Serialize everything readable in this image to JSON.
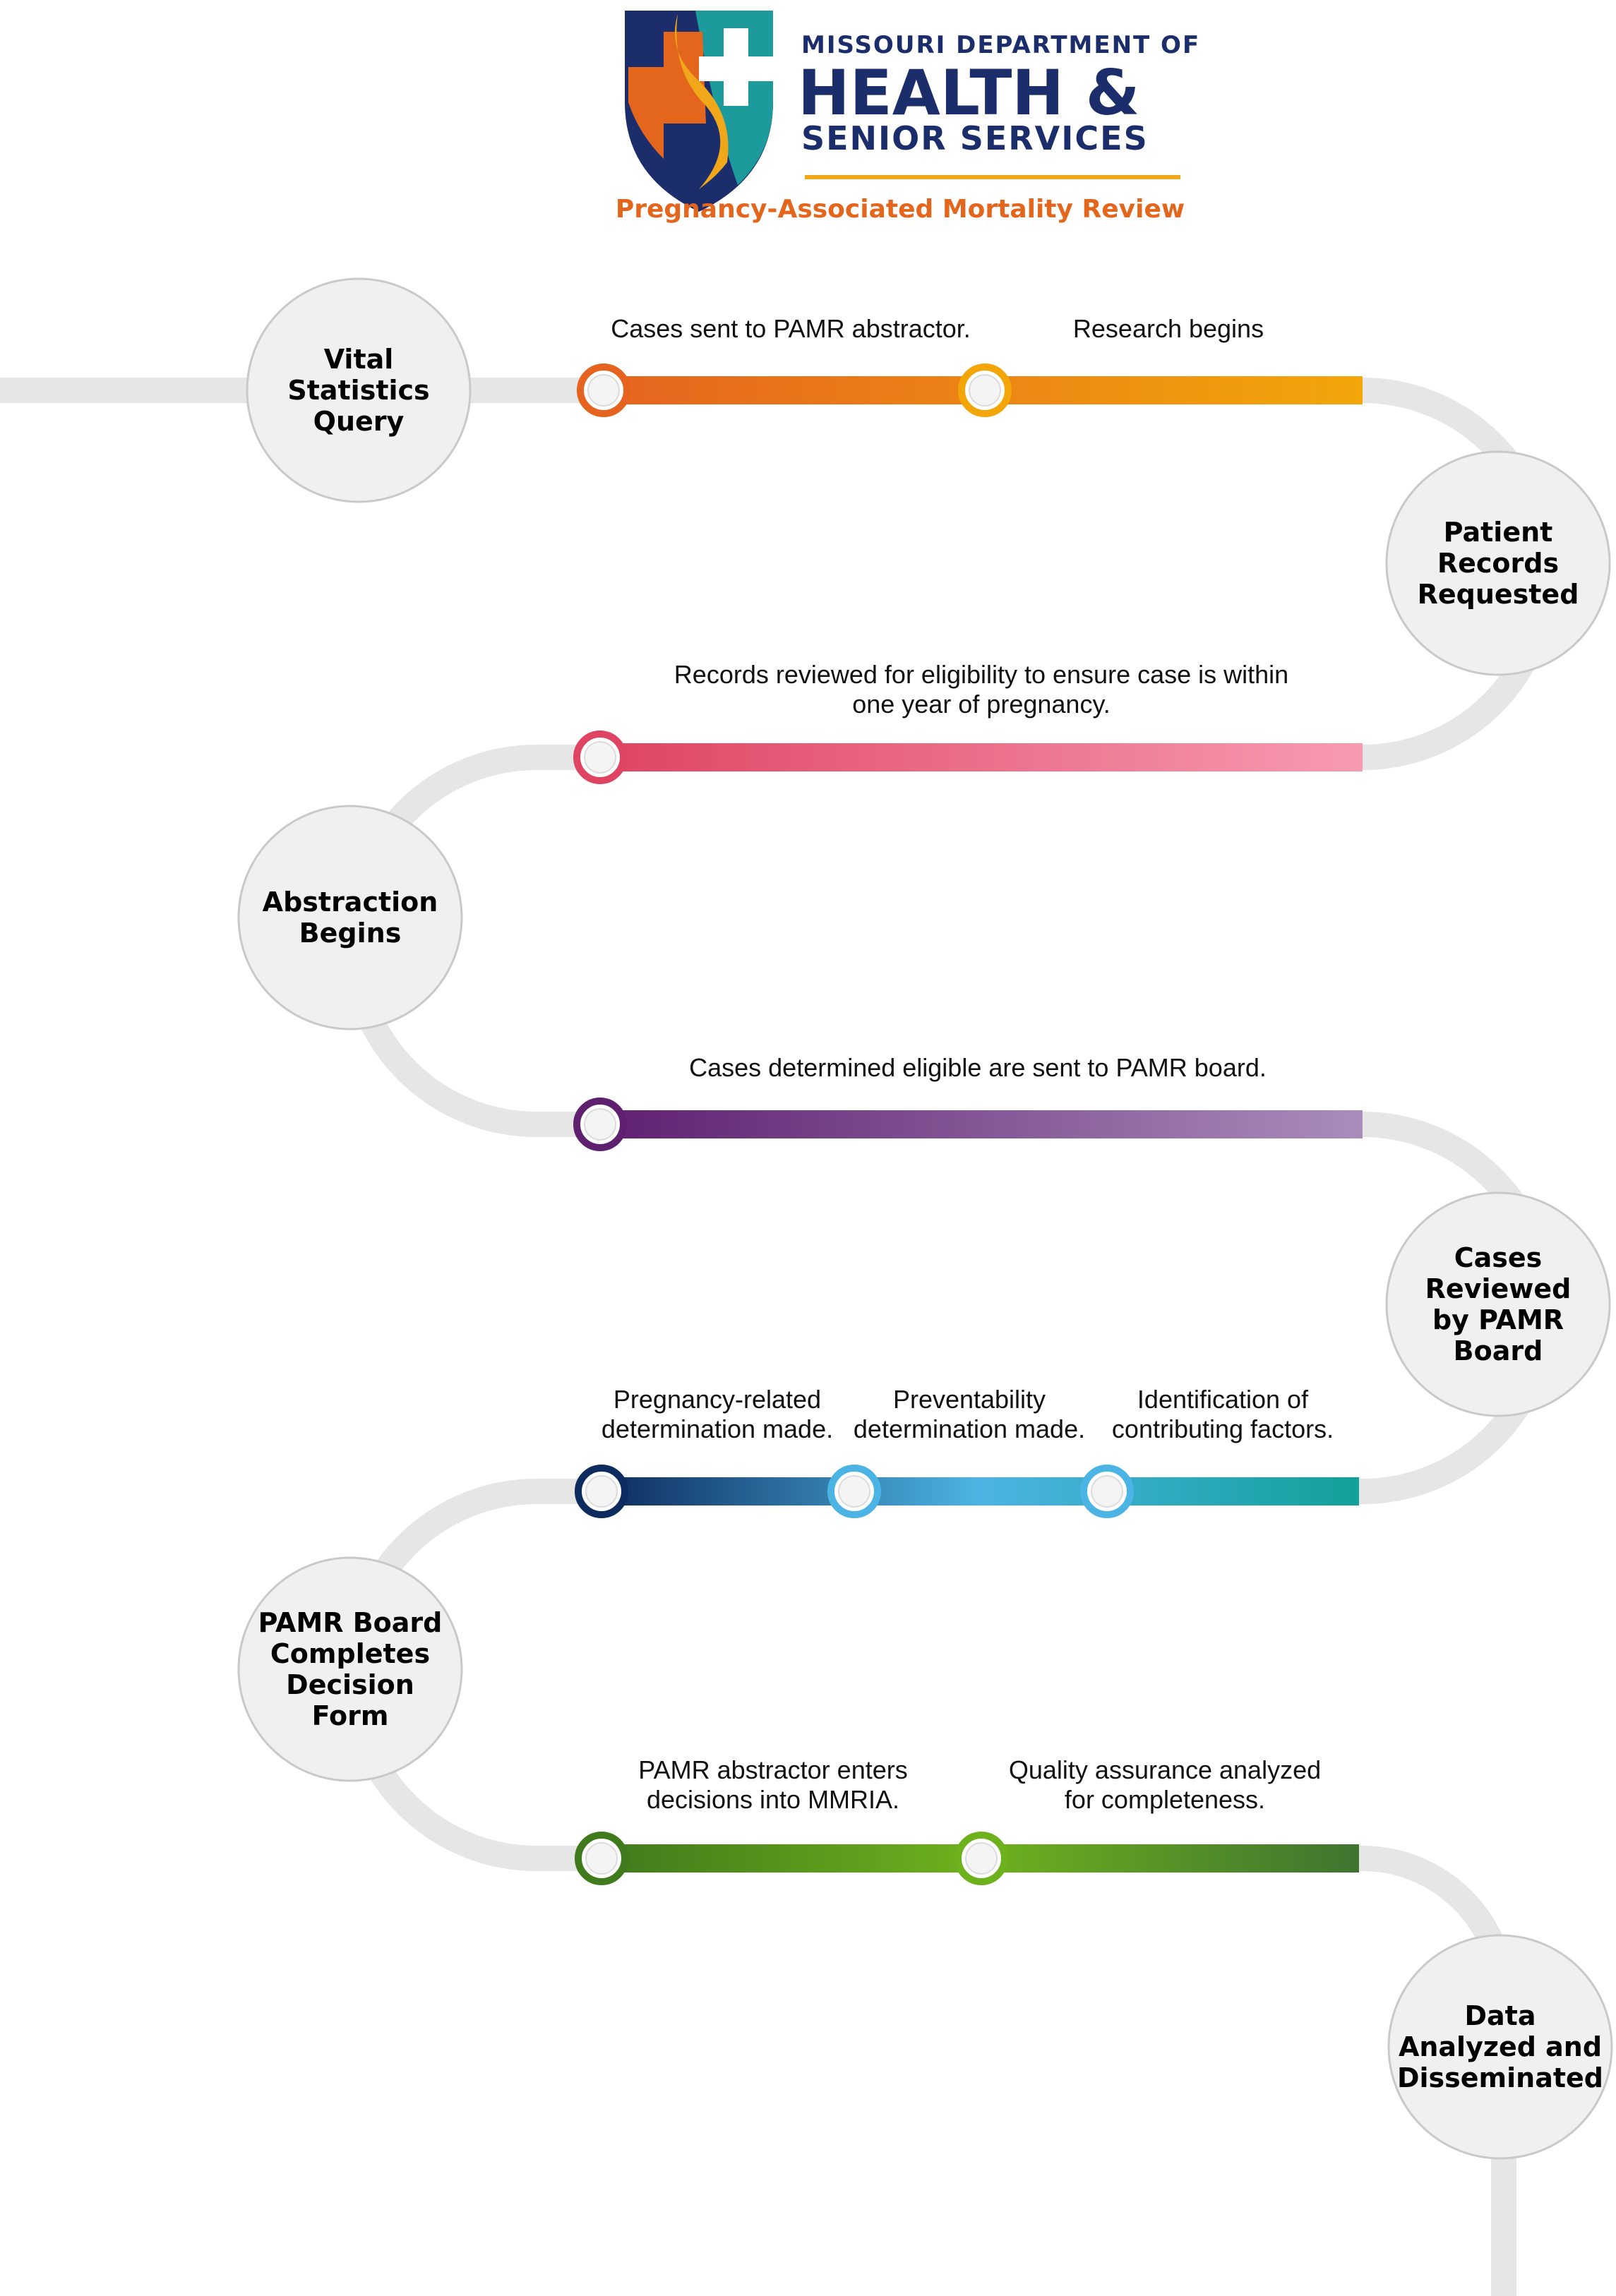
{
  "header": {
    "org_line1": "MISSOURI DEPARTMENT OF",
    "org_line2": "HEALTH &",
    "org_line3": "SENIOR SERVICES",
    "subtitle": "Pregnancy-Associated Mortality Review",
    "logo_icon": "shield-cross-logo"
  },
  "steps": [
    {
      "lines": [
        "Vital",
        "Statistics",
        "Query"
      ]
    },
    {
      "lines": [
        "Patient",
        "Records",
        "Requested"
      ]
    },
    {
      "lines": [
        "Abstraction",
        "Begins"
      ]
    },
    {
      "lines": [
        "Cases",
        "Reviewed",
        "by PAMR",
        "Board"
      ]
    },
    {
      "lines": [
        "PAMR Board",
        "Completes",
        "Decision",
        "Form"
      ]
    },
    {
      "lines": [
        "Data",
        "Analyzed and",
        "Disseminated"
      ]
    }
  ],
  "segments": [
    {
      "colors": [
        "#e5631f",
        "#f2a60a"
      ],
      "milestones": [
        {
          "lines": [
            "Cases sent to PAMR abstractor."
          ]
        },
        {
          "lines": [
            "Research begins"
          ]
        }
      ]
    },
    {
      "colors": [
        "#df4463",
        "#f79bb1"
      ],
      "milestones": [
        {
          "lines": [
            "Records reviewed for eligibility to ensure case is within",
            "one year of pregnancy."
          ]
        }
      ]
    },
    {
      "colors": [
        "#5f2070",
        "#a98dbb"
      ],
      "milestones": [
        {
          "lines": [
            "Cases determined eligible are sent to PAMR board."
          ]
        }
      ]
    },
    {
      "colors": [
        "#0d2b5e",
        "#4cb4e4",
        "#12a09a"
      ],
      "milestones": [
        {
          "lines": [
            "Pregnancy-related",
            "determination made."
          ]
        },
        {
          "lines": [
            "Preventability",
            "determination made."
          ]
        },
        {
          "lines": [
            "Identification of",
            "contributing factors."
          ]
        }
      ]
    },
    {
      "colors": [
        "#3f7a1c",
        "#6db21d",
        "#3f7430"
      ],
      "milestones": [
        {
          "lines": [
            "PAMR abstractor enters",
            "decisions into MMRIA."
          ]
        },
        {
          "lines": [
            "Quality assurance analyzed",
            "for completeness."
          ]
        }
      ]
    }
  ],
  "colors": {
    "track": "#e6e6e6",
    "navy": "#1b2d6b",
    "orange": "#e4661c",
    "gold": "#f0a81a",
    "teal": "#1d9a9b"
  }
}
